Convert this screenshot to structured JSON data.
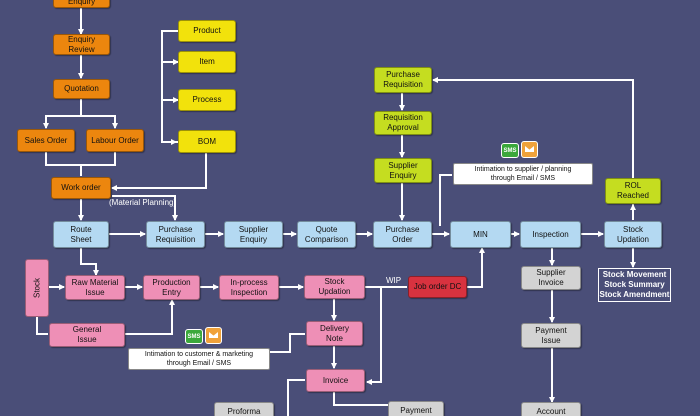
{
  "nodes": {
    "enquiry": "Enquiry",
    "enquiry_review": "Enquiry\nReview",
    "quotation": "Quotation",
    "sales_order": "Sales Order",
    "labour_order": "Labour Order",
    "work_order": "Work order",
    "product": "Product",
    "item": "Item",
    "process": "Process",
    "bom": "BOM",
    "purchase_requisition_top": "Purchase\nRequisition",
    "requisition_approval": "Requisition\nApproval",
    "supplier_enquiry_top": "Supplier\nEnquiry",
    "rol_reached": "ROL\nReached",
    "route_sheet": "Route\nSheet",
    "purchase_requisition": "Purchase\nRequisition",
    "supplier_enquiry": "Supplier\nEnquiry",
    "quote_comparison": "Quote\nComparison",
    "purchase_order": "Purchase\nOrder",
    "min": "MIN",
    "inspection": "Inspection",
    "stock_updation_top": "Stock\nUpdation",
    "stock": "Stock",
    "raw_material_issue": "Raw Material\nIssue",
    "production_entry": "Production\nEntry",
    "inprocess_inspection": "In-process\nInspection",
    "stock_updation": "Stock\nUpdation",
    "job_order_dc": "Job order DC",
    "general_issue": "General\nIssue",
    "delivery_note": "Delivery\nNote",
    "invoice": "Invoice",
    "supplier_invoice": "Supplier\nInvoice",
    "payment_issue": "Payment\nIssue",
    "proforma": "Proforma",
    "payment": "Payment",
    "account": "Account"
  },
  "labels": {
    "material_planning": "(Material Planning)",
    "wip": "WIP"
  },
  "notes": {
    "supplier_intimation": "Intimation to supplier / planning\nthrough Email / SMS",
    "customer_intimation": "Intimation to customer & marketing\nthrough Email / SMS",
    "sms_icon_text": "SMS"
  },
  "reports": "Stock Movement\nStock Summary\nStock Amendment",
  "colors": {
    "background": "#4a4e78",
    "orange": "#ec860e",
    "yellow": "#f2e20c",
    "lime": "#c5dd20",
    "blue": "#b4d9f2",
    "pink": "#ee8fb6",
    "red": "#d8323f",
    "gray": "#d3d3d3",
    "connector": "#ffffff"
  },
  "icons": [
    "sms-icon",
    "mail-icon"
  ]
}
